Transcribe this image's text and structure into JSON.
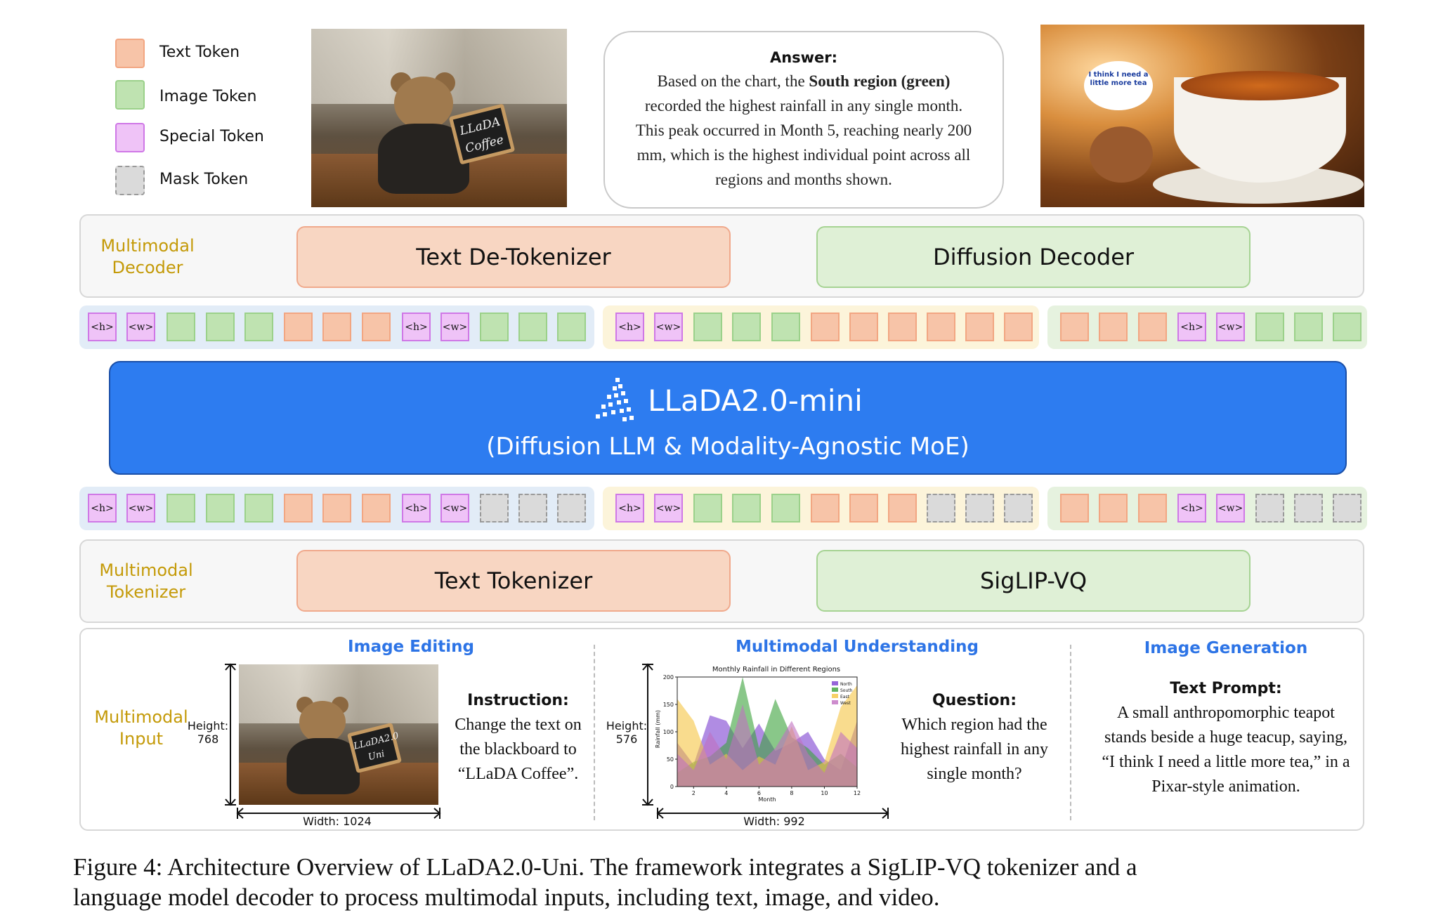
{
  "legend": {
    "text_token": "Text Token",
    "image_token": "Image Token",
    "special_token": "Special Token",
    "mask_token": "Mask Token"
  },
  "answer": {
    "heading": "Answer:",
    "line1_pre": "Based on the chart, the ",
    "line1_bold": "South region (green)",
    "line2": "recorded the highest rainfall in any single month.",
    "line3": "This peak occurred in Month 5, reaching nearly 200",
    "line4": "mm, which is the highest individual point across all",
    "line5": "regions and months shown."
  },
  "teapot_bubble": "I think I need a little more tea",
  "blackboard_top": "LLaDA Coffee",
  "blackboard_bottom": "LLaDA2.0 Uni",
  "decoder": {
    "label": [
      "Multimodal",
      "Decoder"
    ],
    "text_module": "Text De-Tokenizer",
    "image_module": "Diffusion Decoder"
  },
  "tokenizer": {
    "label": [
      "Multimodal",
      "Tokenizer"
    ],
    "text_module": "Text Tokenizer",
    "image_module": "SigLIP-VQ"
  },
  "special_tokens": {
    "h": "<h>",
    "w": "<w>"
  },
  "model": {
    "name": "LLaDA2.0-mini",
    "subtitle": "(Diffusion LLM & Modality-Agnostic MoE)"
  },
  "input": {
    "label": [
      "Multimodal",
      "Input"
    ],
    "editing": {
      "title": "Image Editing",
      "height_label": "Height:",
      "height_value": "768",
      "width_label": "Width: 1024",
      "instruction_head": "Instruction:",
      "instruction_lines": [
        "Change the text on",
        "the blackboard to",
        "“LLaDA Coffee”."
      ]
    },
    "understanding": {
      "title": "Multimodal Understanding",
      "height_label": "Height:",
      "height_value": "576",
      "width_label": "Width: 992",
      "question_head": "Question:",
      "question_lines": [
        "Which region had the",
        "highest rainfall in any",
        "single month?"
      ]
    },
    "generation": {
      "title": "Image Generation",
      "prompt_head": "Text Prompt:",
      "prompt_lines": [
        "A small anthropomorphic teapot",
        "stands beside a huge teacup, saying,",
        "“I think I need a little more tea,” in a",
        "Pixar-style animation."
      ]
    }
  },
  "chart_data": {
    "type": "area",
    "title": "Monthly Rainfall in Different Regions",
    "xlabel": "Month",
    "ylabel": "Rainfall (mm)",
    "x": [
      1,
      2,
      3,
      4,
      5,
      6,
      7,
      8,
      9,
      10,
      11,
      12
    ],
    "xlim": [
      1,
      12
    ],
    "ylim": [
      0,
      200
    ],
    "xticks": [
      2,
      4,
      6,
      8,
      10,
      12
    ],
    "yticks": [
      0,
      50,
      100,
      150,
      200
    ],
    "series": [
      {
        "name": "North",
        "color": "#7c3fd0",
        "values": [
          80,
          40,
          130,
          120,
          70,
          115,
          65,
          80,
          100,
          50,
          30,
          120
        ]
      },
      {
        "name": "South",
        "color": "#3aa13a",
        "values": [
          25,
          45,
          55,
          80,
          200,
          70,
          160,
          90,
          70,
          40,
          60,
          35
        ]
      },
      {
        "name": "East",
        "color": "#f5c542",
        "values": [
          160,
          120,
          40,
          60,
          30,
          55,
          40,
          110,
          30,
          45,
          145,
          185
        ]
      },
      {
        "name": "West",
        "color": "#c06fc0",
        "values": [
          60,
          30,
          100,
          50,
          150,
          40,
          70,
          120,
          60,
          25,
          100,
          70
        ]
      }
    ],
    "legend_position": "top-right"
  },
  "caption": {
    "line1": "Figure 4: Architecture Overview of LLaDA2.0-Uni. The framework integrates a SigLIP-VQ tokenizer and a",
    "line2": "language model decoder to process multimodal inputs, including text, image, and video."
  },
  "colors": {
    "text_token": "#f7c4a8",
    "image_token": "#bfe3b1",
    "special_token": "#efc3f7",
    "mask_token": "#dadada",
    "model_block": "#2d7cf0",
    "label_gold": "#c49a08",
    "section_blue": "#2d74e6"
  }
}
